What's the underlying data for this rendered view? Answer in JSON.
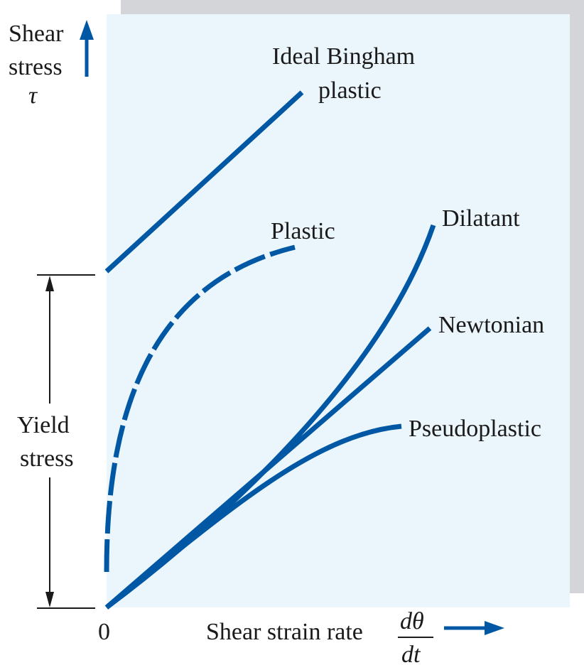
{
  "y_axis": {
    "line1": "Shear",
    "line2": "stress",
    "symbol": "τ"
  },
  "x_axis": {
    "origin": "0",
    "label": "Shear strain rate",
    "fraction_numerator": "dθ",
    "fraction_denominator": "dt"
  },
  "yield_stress": {
    "line1": "Yield",
    "line2": "stress"
  },
  "curves": {
    "bingham_line1": "Ideal Bingham",
    "bingham_line2": "plastic",
    "plastic": "Plastic",
    "dilatant": "Dilatant",
    "newtonian": "Newtonian",
    "pseudoplastic": "Pseudoplastic"
  },
  "colors": {
    "curve": "#0057a4",
    "panel": "#ebf5fc",
    "shadow": "#d3d5d8",
    "ink": "#1a1a1a"
  }
}
